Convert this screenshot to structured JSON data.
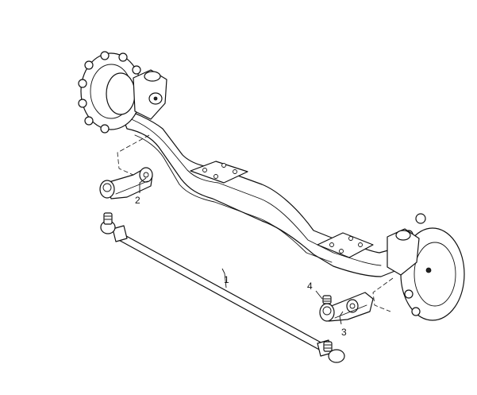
{
  "callouts": [
    {
      "id": "1",
      "text": "1"
    },
    {
      "id": "2",
      "text": "2"
    },
    {
      "id": "3",
      "text": "3"
    },
    {
      "id": "4",
      "text": "4"
    }
  ],
  "colors": {
    "line": "#111111",
    "background": "#ffffff"
  }
}
